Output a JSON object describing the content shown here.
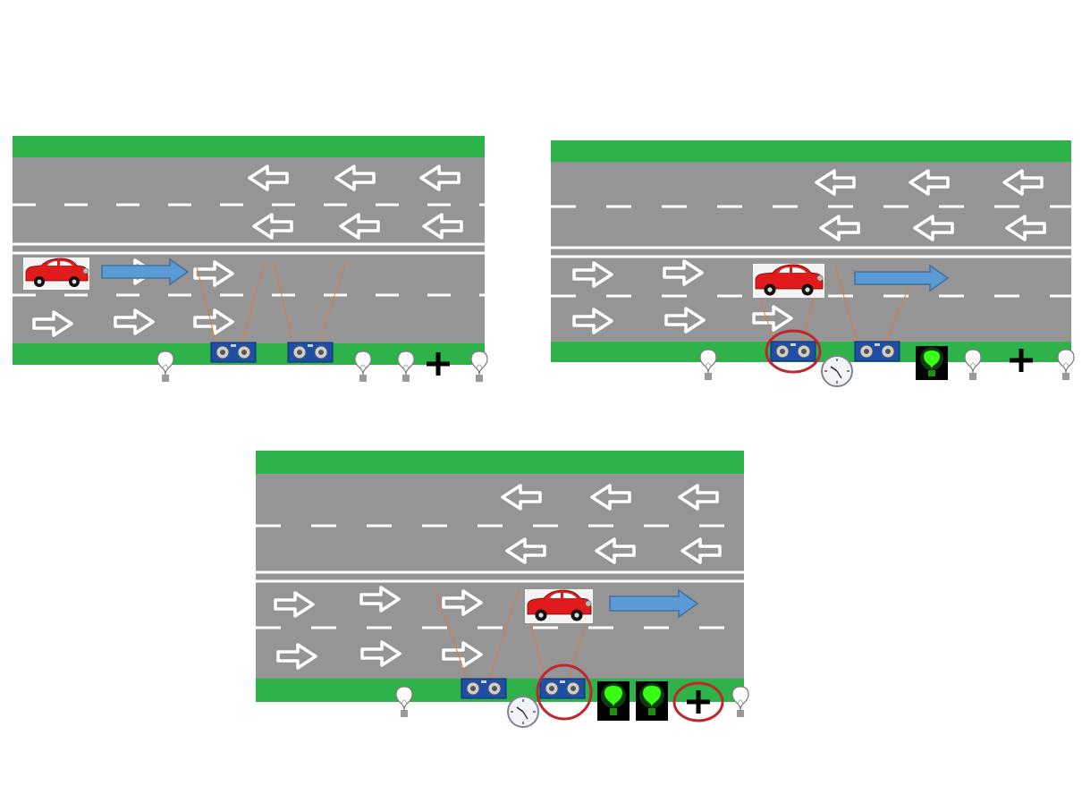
{
  "colors": {
    "road": "#959595",
    "verge": "#2db34a",
    "lane_marking": "#ffffff",
    "direction_arrow": "#5b9bd5",
    "sensor_beam": "#e07b39",
    "highlight_ring": "#c0262d",
    "car_body": "#e11b1b",
    "lamp_on": "#39ff14",
    "lamp_on_background": "#000000"
  },
  "icons": {
    "car": "car-icon",
    "sensor": "ultrasonic-sensor-icon",
    "bulb_off": "light-bulb-off-icon",
    "bulb_on": "light-bulb-on-icon",
    "timer": "clock-icon",
    "junction": "plus-icon",
    "lane_arrow": "lane-arrow-icon",
    "travel_arrow": "blue-direction-arrow-icon"
  },
  "panels": [
    {
      "step": 1,
      "car_lane": "upper",
      "street_lamps": [
        "off",
        "off",
        "off",
        "off"
      ],
      "sensors_triggered": [
        false,
        false
      ],
      "timer_visible": false,
      "junction_highlighted": false
    },
    {
      "step": 2,
      "car_lane": "upper",
      "street_lamps": [
        "off",
        "on",
        "off",
        "off"
      ],
      "sensors_triggered": [
        true,
        false
      ],
      "timer_visible": true,
      "junction_highlighted": false
    },
    {
      "step": 3,
      "car_lane": "upper",
      "street_lamps": [
        "off",
        "on",
        "on",
        "off"
      ],
      "sensors_triggered": [
        false,
        true
      ],
      "timer_visible": true,
      "junction_highlighted": true
    }
  ]
}
